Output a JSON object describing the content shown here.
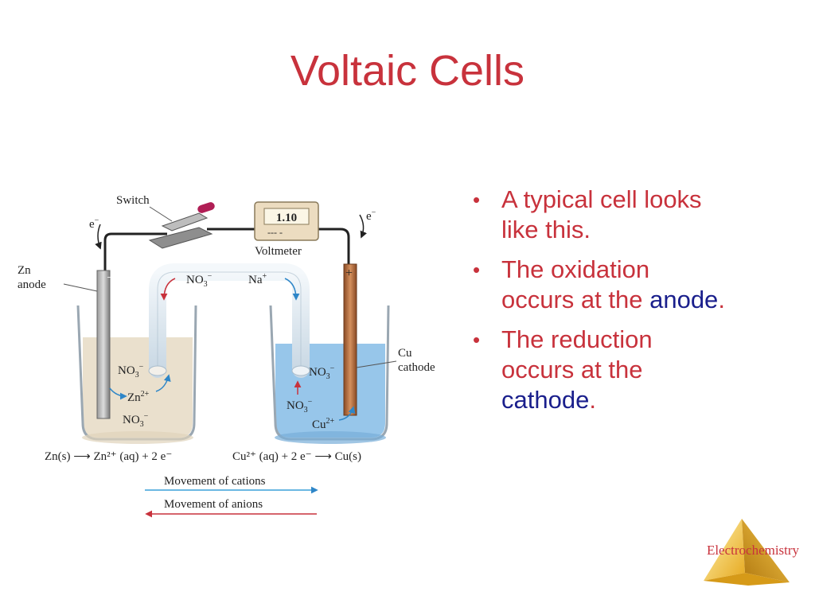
{
  "slide": {
    "title": "Voltaic Cells",
    "footer": "Electrochemistry"
  },
  "bullets": [
    {
      "text": "A typical cell looks like this.",
      "line1": "A typical cell looks",
      "line2": "like this."
    },
    {
      "line1": "The oxidation",
      "line2_prefix": "occurs at the ",
      "keyword": "anode",
      "suffix": "."
    },
    {
      "line1": "The reduction",
      "line2": "occurs at the",
      "keyword": "cathode",
      "suffix": "."
    }
  ],
  "diagram": {
    "switch_label": "Switch",
    "voltmeter_label": "Voltmeter",
    "voltmeter_reading": "1.10",
    "voltmeter_dashes": "---  -",
    "electron_left": "e",
    "electron_right": "e",
    "electron_charge": "−",
    "anode_label_1": "Zn",
    "anode_label_2": "anode",
    "cathode_label_1": "Cu",
    "cathode_label_2": "cathode",
    "minus_sign": "−",
    "plus_sign": "+",
    "salt_bridge_anion": "NO",
    "salt_bridge_cation": "Na",
    "ion_no3": "NO",
    "ion_zn": "Zn",
    "ion_cu": "Cu",
    "sub3": "3",
    "sup_minus": "−",
    "sup_plus": "+",
    "sup_2plus": "2+",
    "equation_left": "Zn(s) ⟶ Zn²⁺ (aq) + 2 e⁻",
    "equation_right": "Cu²⁺ (aq) + 2 e⁻ ⟶ Cu(s)",
    "legend_cations": "Movement of cations",
    "legend_anions": "Movement of anions",
    "colors": {
      "title": "#c8323c",
      "keyword": "#1a1f8c",
      "cation_arrow": "#3aa0d8",
      "anion_arrow": "#c8323c",
      "zinc_solution": "#e8ddc8",
      "copper_solution": "#8cc0e8",
      "copper_electrode": "#b06a3c"
    }
  }
}
